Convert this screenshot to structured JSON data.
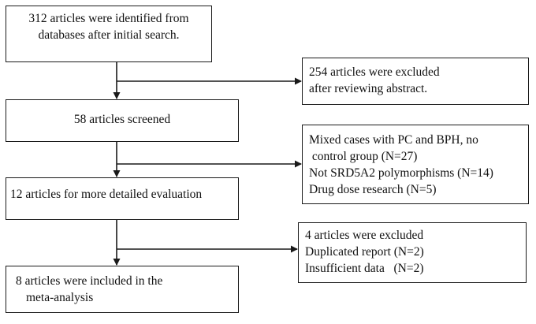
{
  "boxes": {
    "identified": [
      "312 articles were identified from",
      "databases after initial search."
    ],
    "screened": [
      "58 articles screened"
    ],
    "evaluation": [
      "12 articles for more detailed evaluation"
    ],
    "included": [
      "8 articles were included in the",
      "meta-analysis"
    ],
    "excluded_abstract": [
      "254 articles were excluded",
      "after reviewing abstract."
    ],
    "excluded_screening": [
      "Mixed cases with PC and BPH, no",
      " control group (N=27)",
      "Not SRD5A2 polymorphisms (N=14)",
      "Drug dose research (N=5)"
    ],
    "excluded_evaluation": [
      "4 articles were excluded",
      "Duplicated report (N=2)",
      "Insufficient data   (N=2)"
    ]
  },
  "colors": {
    "line": "#1a1a1a",
    "text": "#111111",
    "background": "#ffffff"
  }
}
